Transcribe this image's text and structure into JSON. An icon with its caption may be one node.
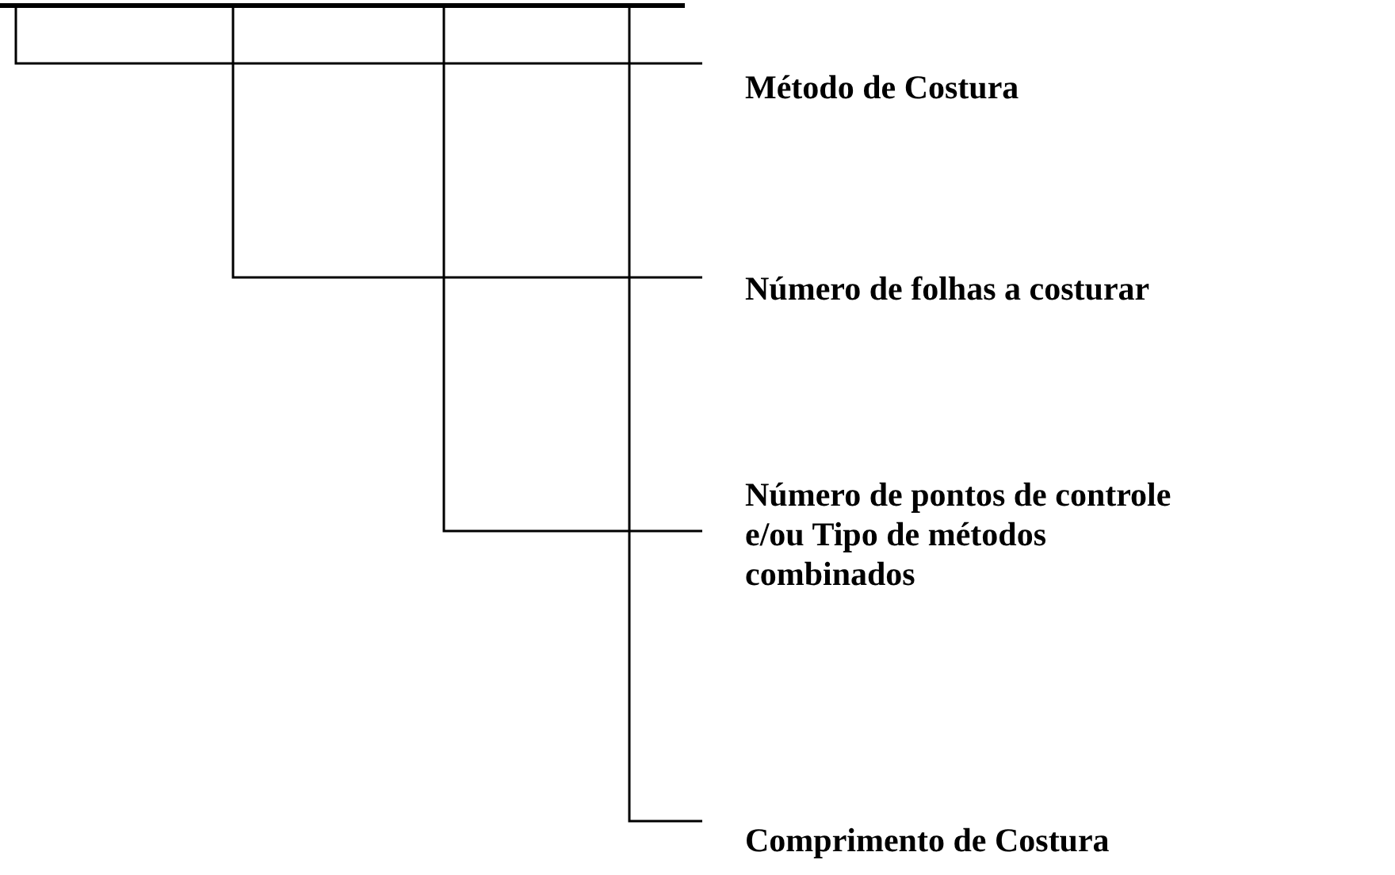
{
  "diagram": {
    "nodes": [
      {
        "text": [],
        "shape": "bar"
      },
      {
        "text": [
          "Método de Costura"
        ]
      },
      {
        "text": [
          "Número de folhas a costurar"
        ]
      },
      {
        "text": [
          "Número de pontos de controle e/ou Tipo de métodos combinados"
        ]
      },
      {
        "text": [
          "Comprimento de Costura"
        ]
      }
    ],
    "edges": [
      {
        "from": 0,
        "to": 1,
        "arrow": "none"
      },
      {
        "from": 0,
        "to": 2,
        "arrow": "none"
      },
      {
        "from": 0,
        "to": 3,
        "arrow": "none"
      },
      {
        "from": 0,
        "to": 4,
        "arrow": "none"
      }
    ]
  }
}
